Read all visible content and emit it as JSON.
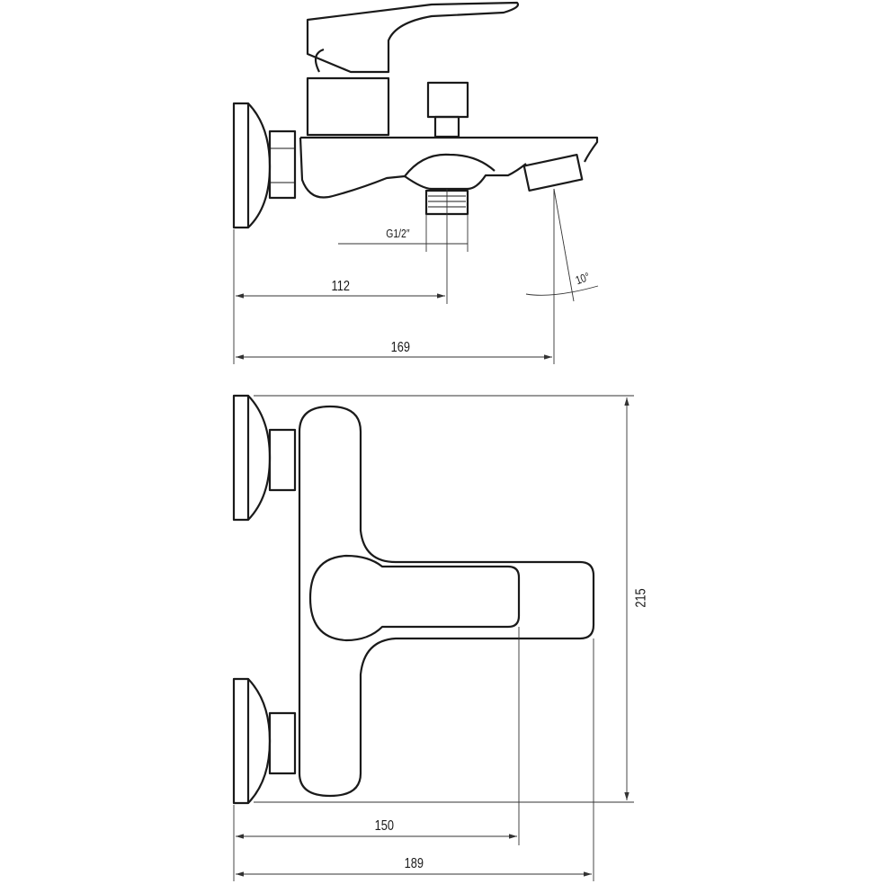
{
  "top_view": {
    "thread_label": "G1/2″",
    "dim_outlet": "112",
    "dim_angle": "10°",
    "dim_length": "169"
  },
  "plan_view": {
    "dim_height": "215",
    "dim_lever": "150",
    "dim_total": "189"
  }
}
